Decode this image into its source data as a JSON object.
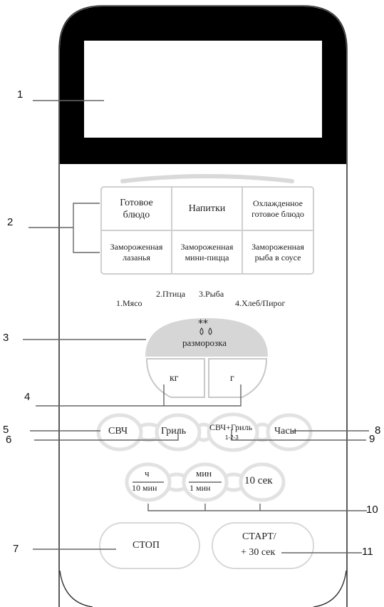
{
  "callouts": [
    "1",
    "2",
    "3",
    "4",
    "5",
    "6",
    "7",
    "8",
    "9",
    "10",
    "11"
  ],
  "menu_grid": {
    "r1c1": {
      "line1": "Готовое",
      "line2": "блюдо"
    },
    "r1c2": {
      "line1": "Напитки",
      "line2": ""
    },
    "r1c3": {
      "line1": "Охлажденное",
      "line2": "готовое блюдо"
    },
    "r2c1": {
      "line1": "Замороженная",
      "line2": "лазанья"
    },
    "r2c2": {
      "line1": "Замороженная",
      "line2": "мини-пицца"
    },
    "r2c3": {
      "line1": "Замороженная",
      "line2": "рыба в соусе"
    }
  },
  "defrost_modes": {
    "m1": "1.Мясо",
    "m2": "2.Птица",
    "m3": "3.Рыба",
    "m4": "4.Хлеб/Пирог"
  },
  "defrost": {
    "icon": "defrost-drops-icon",
    "label": "разморозка"
  },
  "weight": {
    "kg": "кг",
    "g": "г"
  },
  "modes": {
    "mw": "СВЧ",
    "grill": "Гриль",
    "combo": "СВЧ+Гриль",
    "combo_sub": "1-2-3",
    "clock": "Часы"
  },
  "time": {
    "hour_top": "ч",
    "hour_bottom": "10 мин",
    "min_top": "мин",
    "min_bottom": "1 мин",
    "sec": "10 сек"
  },
  "stop": "СТОП",
  "start": {
    "line1": "СТАРТ/",
    "line2": "+ 30 сек"
  },
  "colors": {
    "display": "#000000",
    "outline": "#333333",
    "pill": "#eeeeee",
    "defrost": "#d6d6d6",
    "leader": "#555555"
  }
}
